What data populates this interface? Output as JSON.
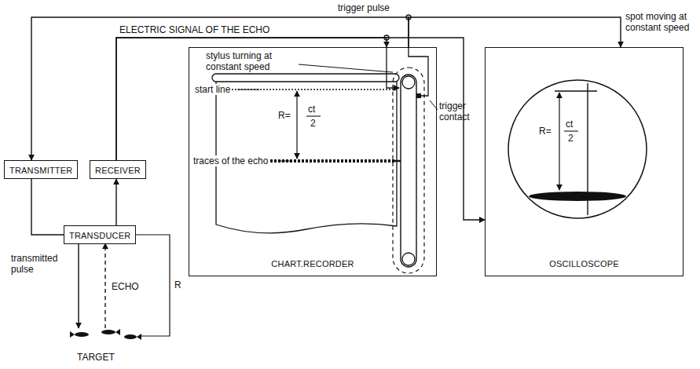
{
  "diagram": {
    "nodes": [
      {
        "text": [
          "TRANSMITTER"
        ]
      },
      {
        "text": [
          "RECEIVER"
        ]
      },
      {
        "text": [
          "TRANSDUCER"
        ]
      },
      {
        "text": [
          "CHART.RECORDER"
        ]
      },
      {
        "text": [
          "OSCILLOSCOPE"
        ]
      }
    ],
    "edges": [
      {
        "from": 3,
        "to": 0,
        "arrow": "to"
      },
      {
        "from": 3,
        "to": 4,
        "arrow": "to"
      },
      {
        "from": 0,
        "to": 2,
        "arrow": "none"
      },
      {
        "from": 2,
        "to": 1,
        "arrow": "to"
      },
      {
        "from": 1,
        "to": 3,
        "arrow": "to"
      },
      {
        "from": 1,
        "to": 4,
        "arrow": "to"
      }
    ],
    "labels": [
      "trigger pulse",
      "ELECTRIC SIGNAL OF THE ECHO",
      "stylus turning at constant speed",
      "start line",
      "trigger contact",
      "spot moving at constant speed",
      "R=",
      "ct",
      "2",
      "traces of the echo",
      "R=",
      "ct",
      "2",
      "transmitted pulse",
      "ECHO",
      "R",
      "TARGET"
    ]
  }
}
